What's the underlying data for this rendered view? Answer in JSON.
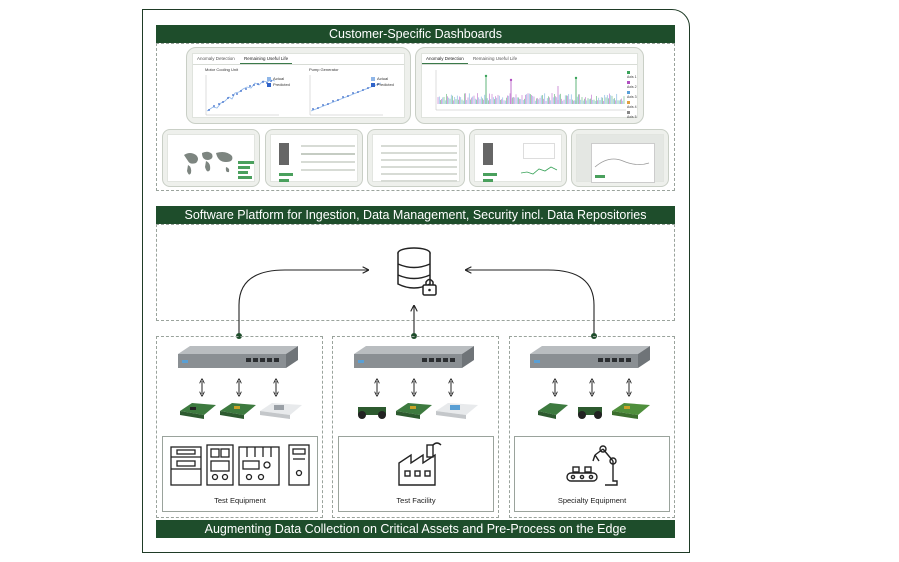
{
  "banners": {
    "top": "Customer-Specific Dashboards",
    "middle": "Software Platform for Ingestion, Data Management, Security incl. Data Repositories",
    "bottom": "Augmenting Data Collection on Critical Assets and Pre-Process on the Edge"
  },
  "dashboard_left": {
    "tabs": [
      "Anomaly Detection",
      "Remaining Useful Life"
    ],
    "active_tab": "Remaining Useful Life",
    "plots": [
      {
        "title": "Motor Cooling Unit",
        "legend": [
          "Actual",
          "Predicted"
        ]
      },
      {
        "title": "Pump Generator",
        "legend": [
          "Actual",
          "Predicted"
        ]
      }
    ]
  },
  "dashboard_right": {
    "tabs": [
      "Anomaly Detection",
      "Remaining Useful Life"
    ],
    "active_tab": "Anomaly Detection",
    "legend": [
      "Axis 1",
      "Axis 2",
      "Axis 3",
      "Axis 4",
      "Axis 5"
    ]
  },
  "sites": [
    {
      "label": "Test Equipment"
    },
    {
      "label": "Test Facility"
    },
    {
      "label": "Specialty Equipment"
    }
  ],
  "colors": {
    "brand_green": "#1e4d2b",
    "accent_green": "#4aa05d",
    "predicted_blue": "#2f63c9",
    "actual_blue": "#8fb6e8"
  }
}
